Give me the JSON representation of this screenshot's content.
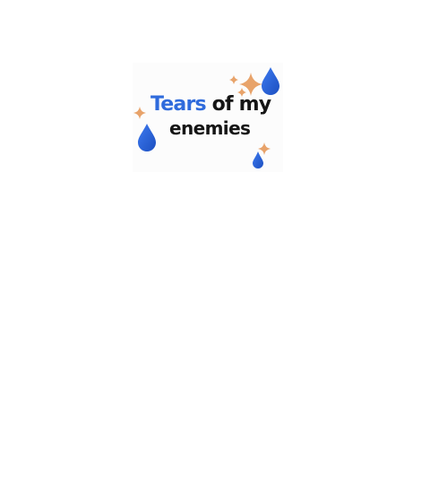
{
  "design": {
    "text_highlight": "Tears",
    "text_rest": "of my",
    "text_line2": "enemies",
    "colors": {
      "highlight": "#2f6bdc",
      "text": "#151515",
      "drop": "#2a62d8",
      "sparkle": "#e8a36a"
    },
    "icons": [
      "sparkle-icon",
      "teardrop-icon"
    ]
  }
}
